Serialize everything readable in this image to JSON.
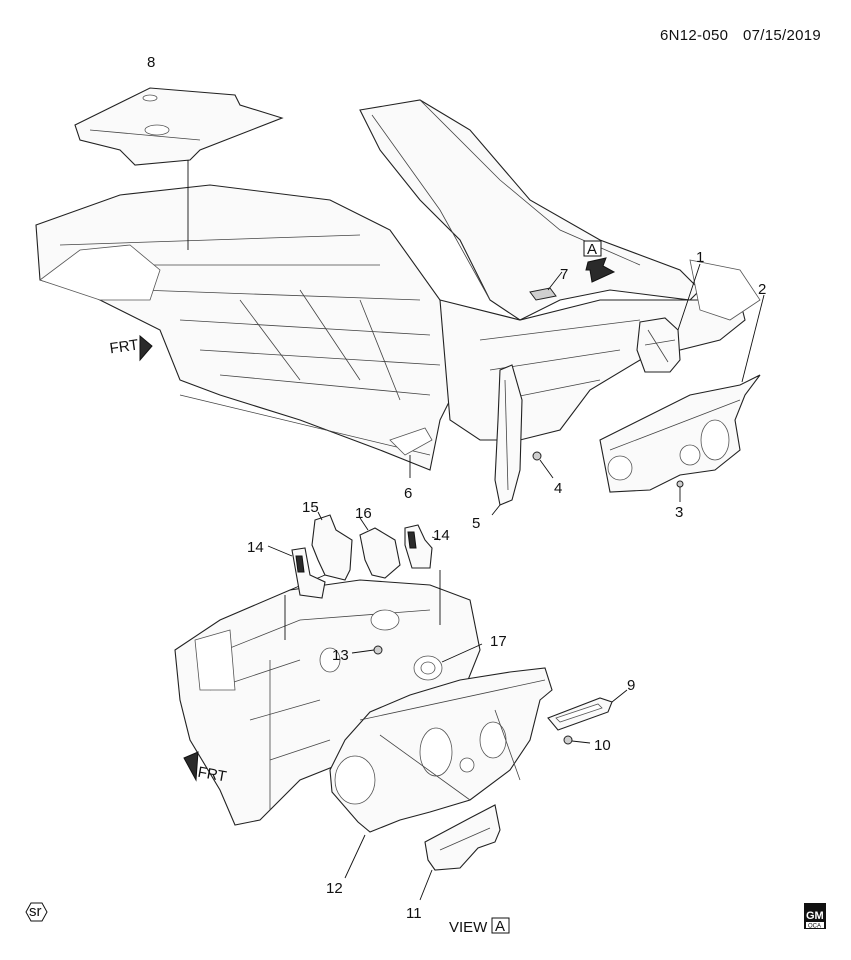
{
  "header": {
    "diagram_id": "6N12-050",
    "date": "07/15/2019"
  },
  "callouts": {
    "c1": "1",
    "c2": "2",
    "c3": "3",
    "c4": "4",
    "c5": "5",
    "c6": "6",
    "c7": "7",
    "c8": "8",
    "c9": "9",
    "c10": "10",
    "c11": "11",
    "c12": "12",
    "c13": "13",
    "c14a": "14",
    "c14b": "14",
    "c15": "15",
    "c16": "16",
    "c17": "17"
  },
  "view_marker": {
    "letter": "A"
  },
  "view_label": {
    "prefix": "VIEW",
    "letter": "A"
  },
  "front_indicators": {
    "upper": "FRT",
    "lower": "FRT"
  },
  "footer": {
    "left_logo_text": "sr",
    "gm_top": "GM",
    "gm_bottom": "OCA"
  },
  "colors": {
    "line": "#111111",
    "fill": "#fafafa",
    "dark_part": "#2a2a2a"
  }
}
